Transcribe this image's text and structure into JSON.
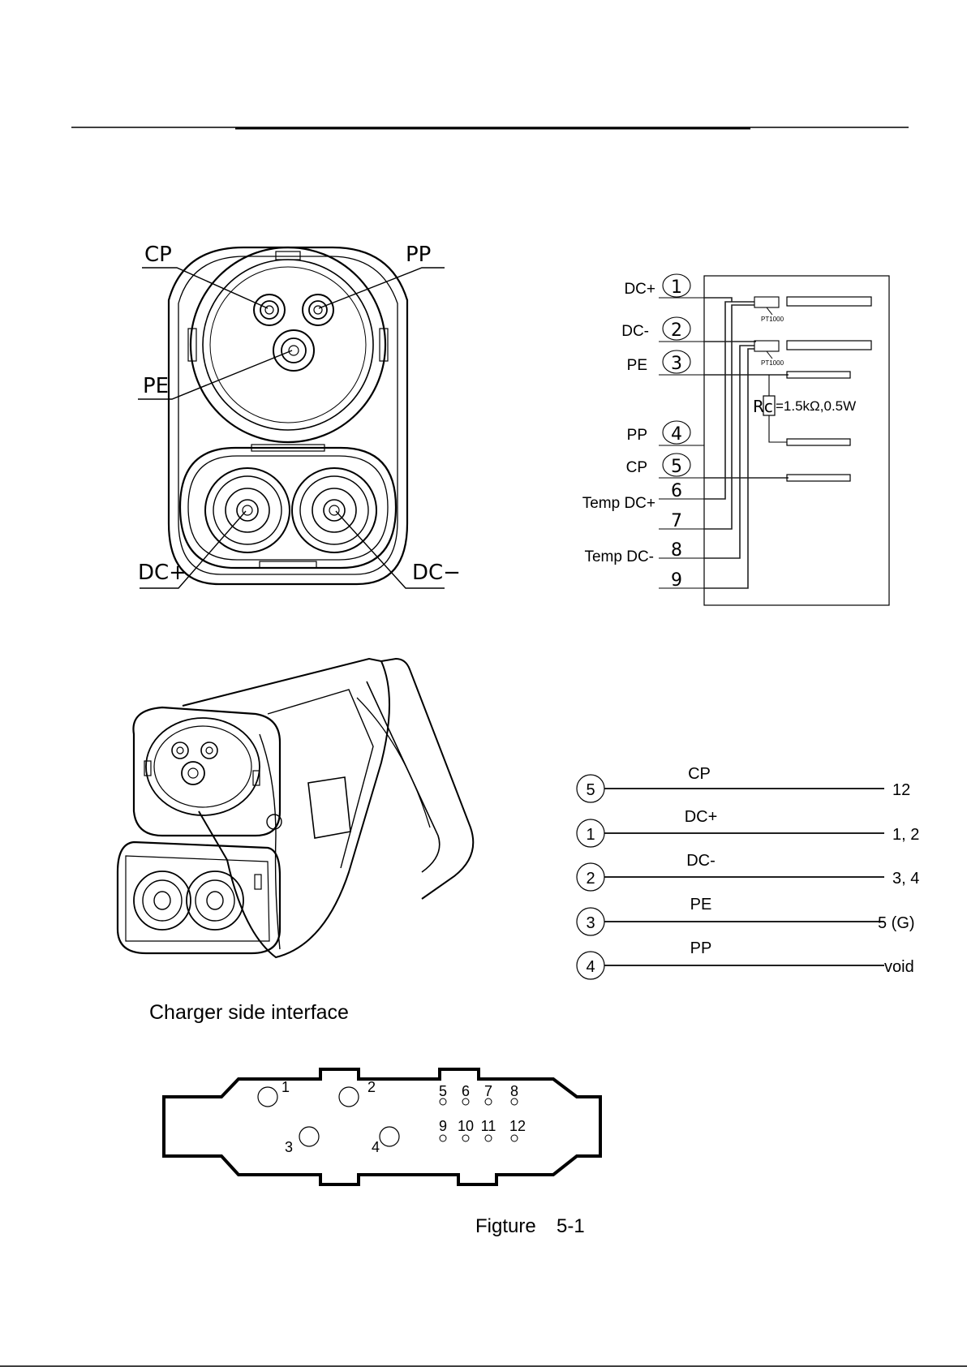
{
  "connector_front": {
    "labels": {
      "cp": "CP",
      "pp": "PP",
      "pe": "PE",
      "dc_plus": "DC+",
      "dc_minus": "DC−"
    }
  },
  "wiring": {
    "pins": [
      {
        "num": "1",
        "label": "DC+"
      },
      {
        "num": "2",
        "label": "DC-"
      },
      {
        "num": "3",
        "label": "PE"
      },
      {
        "num": "4",
        "label": "PP"
      },
      {
        "num": "5",
        "label": "CP"
      },
      {
        "num": "6",
        "label": "Temp DC+"
      },
      {
        "num": "7",
        "label": ""
      },
      {
        "num": "8",
        "label": "Temp DC-"
      },
      {
        "num": "9",
        "label": ""
      }
    ],
    "sensor_1": "PT1000",
    "sensor_2": "PT1000",
    "resistor_symbol": "Rc",
    "resistor_value": "=1.5kΩ,0.5W"
  },
  "mapping": [
    {
      "circle": "5",
      "signal": "CP",
      "target": "12"
    },
    {
      "circle": "1",
      "signal": "DC+",
      "target": "1, 2"
    },
    {
      "circle": "2",
      "signal": "DC-",
      "target": "3, 4"
    },
    {
      "circle": "3",
      "signal": "PE",
      "target": "5 (G)"
    },
    {
      "circle": "4",
      "signal": "PP",
      "target": "void"
    }
  ],
  "charger_side_caption": "Charger side interface",
  "socket_pins": {
    "big": [
      "1",
      "2",
      "3",
      "4"
    ],
    "small_top": [
      "5",
      "6",
      "7",
      "8"
    ],
    "small_bottom": [
      "9",
      "10",
      "11",
      "12"
    ]
  },
  "figure": {
    "prefix": "Figture",
    "number": "5-1"
  }
}
